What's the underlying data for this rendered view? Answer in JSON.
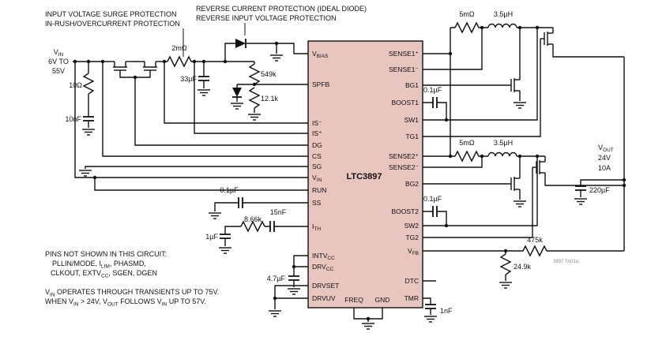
{
  "annotations": {
    "surge1": "INPUT VOLTAGE SURGE PROTECTION",
    "surge2": "IN-RUSH/OVERCURRENT PROTECTION",
    "reverse1": "REVERSE CURRENT PROTECTION (IDEAL DIODE)",
    "reverse2": "REVERSE INPUT VOLTAGE PROTECTION"
  },
  "input": {
    "name": "V",
    "sub": "IN",
    "range1": "6V TO",
    "range2": "55V"
  },
  "output": {
    "name": "V",
    "sub": "OUT",
    "voltage": "24V",
    "current": "10A"
  },
  "chip": {
    "part": "LTC3897",
    "left_pins": [
      {
        "t": "V",
        "s": "BIAS"
      },
      {
        "t": "SPFB",
        "s": ""
      },
      {
        "t": "IS⁻",
        "s": ""
      },
      {
        "t": "IS⁺",
        "s": ""
      },
      {
        "t": "DG",
        "s": ""
      },
      {
        "t": "CS",
        "s": ""
      },
      {
        "t": "SG",
        "s": ""
      },
      {
        "t": "V",
        "s": "IN"
      },
      {
        "t": "RUN",
        "s": ""
      },
      {
        "t": "SS",
        "s": ""
      },
      {
        "t": "I",
        "s": "TH"
      },
      {
        "t": "INTV",
        "s": "CC"
      },
      {
        "t": "DRV",
        "s": "CC"
      },
      {
        "t": "DRVSET",
        "s": ""
      },
      {
        "t": "DRVUV",
        "s": ""
      }
    ],
    "right_pins": [
      {
        "t": "SENSE1⁺",
        "s": ""
      },
      {
        "t": "SENSE1⁻",
        "s": ""
      },
      {
        "t": "BG1",
        "s": ""
      },
      {
        "t": "BOOST1",
        "s": ""
      },
      {
        "t": "SW1",
        "s": ""
      },
      {
        "t": "TG1",
        "s": ""
      },
      {
        "t": "SENSE2⁺",
        "s": ""
      },
      {
        "t": "SENSE2⁻",
        "s": ""
      },
      {
        "t": "BG2",
        "s": ""
      },
      {
        "t": "BOOST2",
        "s": ""
      },
      {
        "t": "SW2",
        "s": ""
      },
      {
        "t": "TG2",
        "s": ""
      },
      {
        "t": "V",
        "s": "FB"
      },
      {
        "t": "DTC",
        "s": ""
      },
      {
        "t": "TMR",
        "s": ""
      }
    ],
    "bottom_pins": [
      {
        "t": "FREQ",
        "s": ""
      },
      {
        "t": "GND",
        "s": ""
      }
    ]
  },
  "components": {
    "r_in_sense": "2mΩ",
    "c_in": "33µF",
    "r_spfb_top": "549k",
    "r_spfb_bot": "12.1k",
    "r_gate": "10Ω",
    "c_gate": "10nF",
    "c_ss": "0.1µF",
    "c_ith2": "15nF",
    "r_ith": "8.66k",
    "c_ith1": "1µF",
    "c_drvcc": "4.7µF",
    "r_sense1": "5mΩ",
    "l1": "3.5µH",
    "c_boost1": "0.1µF",
    "r_sense2": "5mΩ",
    "l2": "3.5µH",
    "c_boost2": "0.1µF",
    "c_out": "220µF",
    "r_fb_top": "475k",
    "r_fb_bot": "24.9k",
    "c_tmr": "1nF"
  },
  "notes": {
    "pins1": "PINS NOT SHOWN IN THIS CIRCUIT:",
    "pins2a": "PLLIN/MODE, I",
    "pins2b": "LIM",
    "pins2c": ", PHASMD,",
    "pins3a": "CLKOUT, EXTV",
    "pins3b": "CC",
    "pins3c": ", SGEN, DGEN",
    "vin1a": "V",
    "vin1b": "IN",
    "vin1c": " OPERATES THROUGH TRANSIENTS UP TO 75V.",
    "vin2a": "WHEN V",
    "vin2b": "IN",
    "vin2c": " > 24V, V",
    "vin2d": "OUT",
    "vin2e": " FOLLOWS V",
    "vin2f": "IN",
    "vin2g": " UP TO 57V."
  },
  "watermark": "3897 TA01a",
  "colors": {
    "chip_fill": "#e9c5c0",
    "line": "#111111",
    "background": "#ffffff"
  }
}
